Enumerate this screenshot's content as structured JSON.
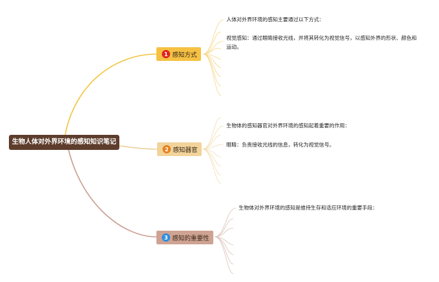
{
  "root": {
    "label": "生物人体对外界环境的感知知识笔记"
  },
  "branches": [
    {
      "number": "1",
      "label": "感知方式",
      "notes": [
        "人体对外界环境的感知主要通过以下方式：",
        "视觉感知：通过眼睛接收光线，并将其转化为视觉信号，以感知外界的形状、颜色和运动。"
      ]
    },
    {
      "number": "2",
      "label": "感知器官",
      "notes": [
        "生物体的感知器官对外界环境的感知起着重要的作用：",
        "眼睛：负责接收光线的信息，转化为视觉信号。"
      ]
    },
    {
      "number": "3",
      "label": "感知的重要性",
      "notes": [
        "生物体对外界环境的感知是维持生存和适应环境的重要手段："
      ]
    }
  ],
  "colors": {
    "root": "#5e3d2c",
    "branch1": "#f6c143",
    "branch2": "#f2d39a",
    "branch3": "#cfa393",
    "badge1": "#e0251b",
    "badge2": "#e8811d",
    "badge3": "#2c8ee0"
  }
}
